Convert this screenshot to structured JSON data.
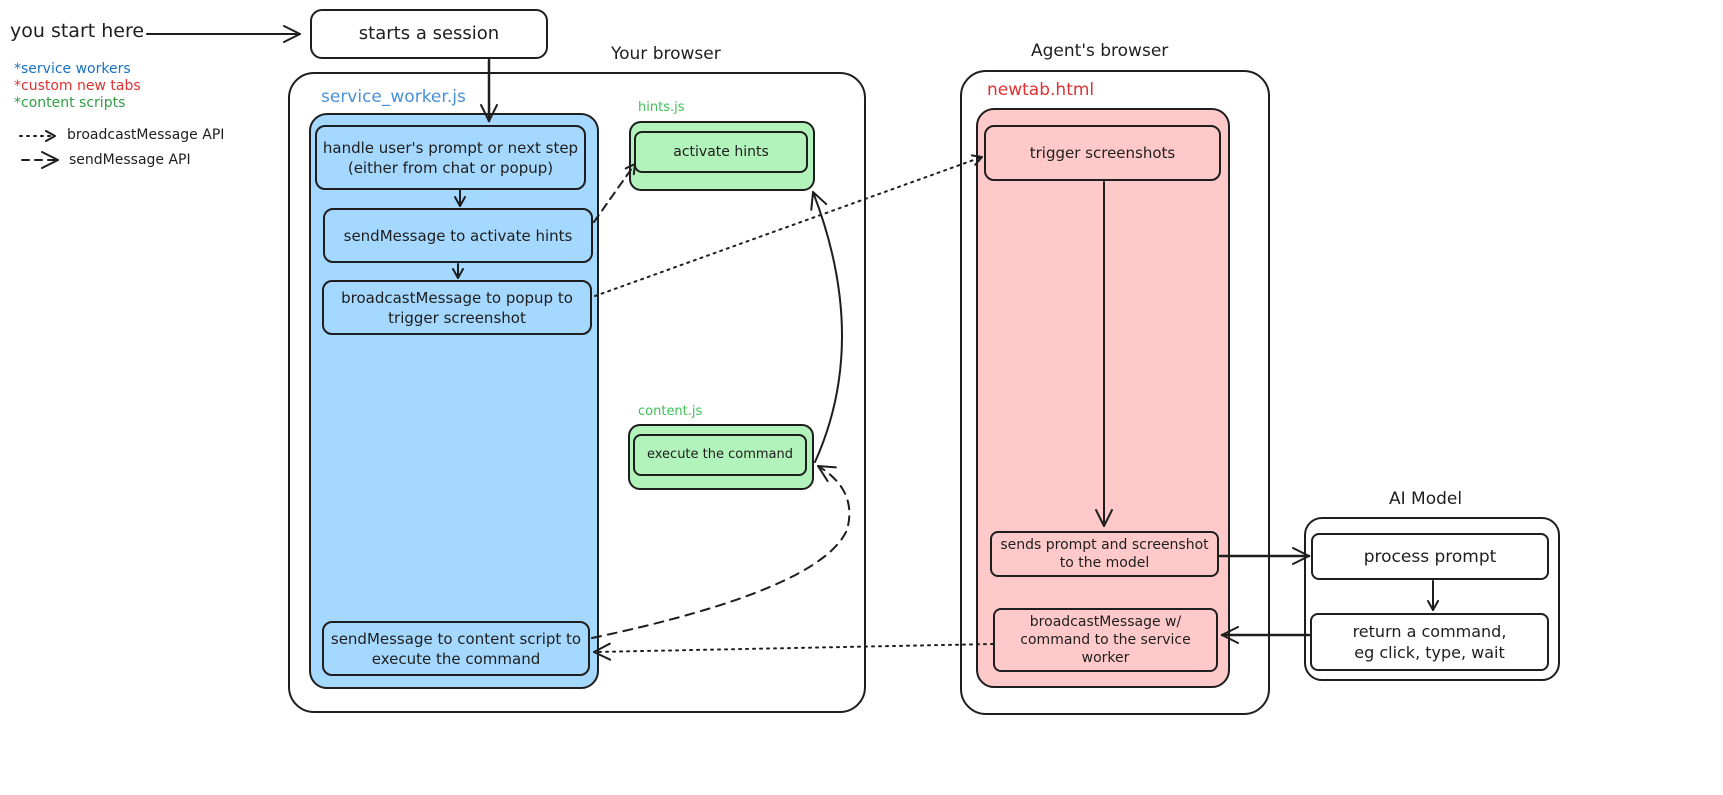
{
  "start": {
    "you_start_here": "you start here",
    "starts_session": "starts a session"
  },
  "legend": {
    "service_workers": "*service workers",
    "custom_new_tabs": "*custom new tabs",
    "content_scripts": "*content scripts",
    "broadcast_api": "broadcastMessage API",
    "send_api": "sendMessage API"
  },
  "your_browser": {
    "title": "Your browser",
    "service_worker_label": "service_worker.js",
    "sw_boxes": {
      "handle_prompt_line1": "handle user's prompt or next step",
      "handle_prompt_line2": "(either from chat or popup)",
      "send_activate_hints": "sendMessage to activate hints",
      "broadcast_line1": "broadcastMessage to popup to",
      "broadcast_line2": "trigger screenshot",
      "send_content_line1": "sendMessage to content script to",
      "send_content_line2": "execute the command"
    },
    "hints_label": "hints.js",
    "activate_hints": "activate hints",
    "content_label": "content.js",
    "execute_command": "execute the command"
  },
  "agent_browser": {
    "title": "Agent's browser",
    "newtab_label": "newtab.html",
    "trigger_screenshots": "trigger screenshots",
    "sends_prompt_line1": "sends prompt and screenshot",
    "sends_prompt_line2": "to the model",
    "broadcast_w_line1": "broadcastMessage w/",
    "broadcast_w_line2": "command to the service",
    "broadcast_w_line3": "worker"
  },
  "ai_model": {
    "title": "AI Model",
    "process_prompt": "process prompt",
    "return_line1": "return a command,",
    "return_line2": "eg click, type, wait"
  },
  "colors": {
    "service_worker": "#a5d8ff",
    "content_script": "#b2f2bb",
    "new_tab": "#ffc9c9",
    "service_worker_text": "#1971c2",
    "new_tab_text": "#e03131",
    "content_script_text": "#2f9e44",
    "stroke": "#1e1e1e"
  }
}
